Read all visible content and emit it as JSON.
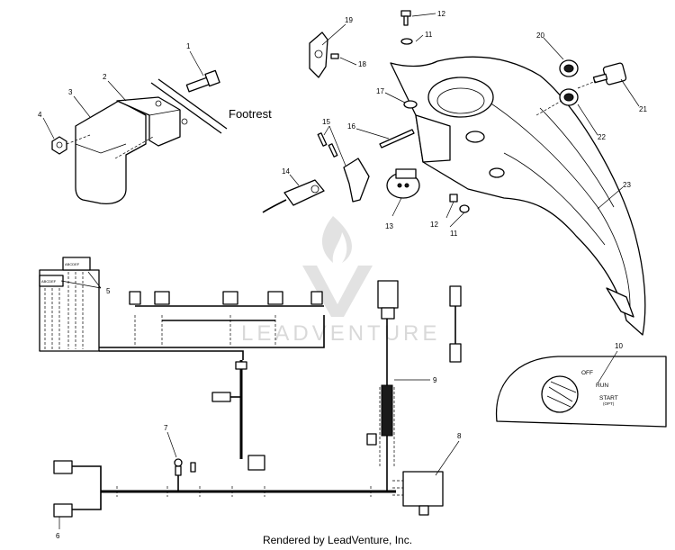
{
  "callouts": [
    {
      "id": "1",
      "label": "1"
    },
    {
      "id": "2",
      "label": "2"
    },
    {
      "id": "3",
      "label": "3"
    },
    {
      "id": "4",
      "label": "4"
    },
    {
      "id": "5",
      "label": "5"
    },
    {
      "id": "6",
      "label": "6"
    },
    {
      "id": "7",
      "label": "7"
    },
    {
      "id": "8",
      "label": "8"
    },
    {
      "id": "9",
      "label": "9"
    },
    {
      "id": "10",
      "label": "10"
    },
    {
      "id": "11a",
      "label": "11"
    },
    {
      "id": "11b",
      "label": "11"
    },
    {
      "id": "12a",
      "label": "12"
    },
    {
      "id": "12b",
      "label": "12"
    },
    {
      "id": "13",
      "label": "13"
    },
    {
      "id": "14",
      "label": "14"
    },
    {
      "id": "15",
      "label": "15"
    },
    {
      "id": "16",
      "label": "16"
    },
    {
      "id": "17",
      "label": "17"
    },
    {
      "id": "18",
      "label": "18"
    },
    {
      "id": "19",
      "label": "19"
    },
    {
      "id": "20",
      "label": "20"
    },
    {
      "id": "21",
      "label": "21"
    },
    {
      "id": "22",
      "label": "22"
    },
    {
      "id": "23",
      "label": "23"
    }
  ],
  "labels": {
    "footrest": "Footrest",
    "switch_off": "OFF",
    "switch_run": "RUN",
    "switch_start": "START",
    "switch_start_note": "(OPT)",
    "connector_pins": "ABCDEF"
  },
  "watermark": "LEADVENTURE",
  "footer": "Rendered by LeadVenture, Inc."
}
